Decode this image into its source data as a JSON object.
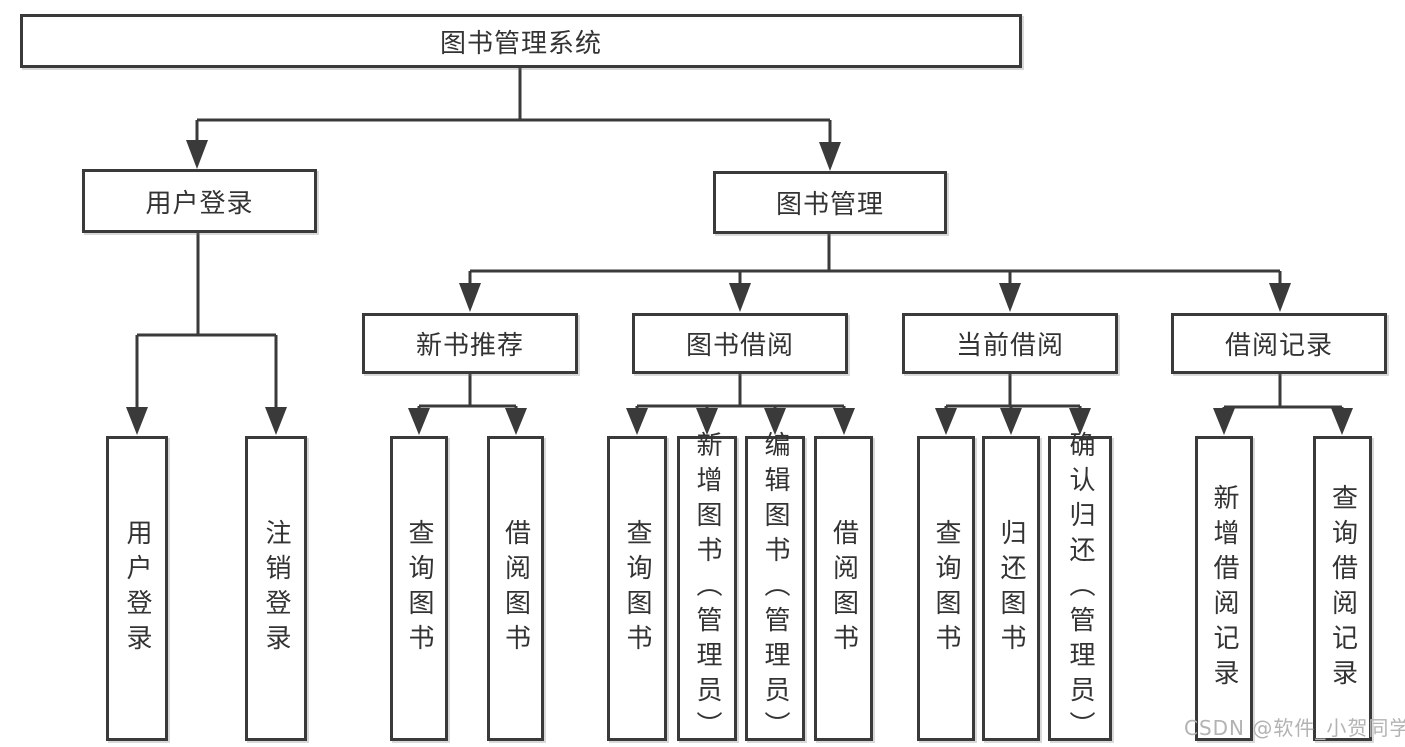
{
  "diagram": {
    "type": "hierarchy-tree",
    "root": {
      "label": "图书管理系统",
      "children": [
        {
          "label": "用户登录",
          "children": [
            {
              "label": "用户登录"
            },
            {
              "label": "注销登录"
            }
          ]
        },
        {
          "label": "图书管理",
          "children": [
            {
              "label": "新书推荐",
              "children": [
                {
                  "label": "查询图书"
                },
                {
                  "label": "借阅图书"
                }
              ]
            },
            {
              "label": "图书借阅",
              "children": [
                {
                  "label": "查询图书"
                },
                {
                  "label": "新增图书（管理员）"
                },
                {
                  "label": "编辑图书（管理员）"
                },
                {
                  "label": "借阅图书"
                }
              ]
            },
            {
              "label": "当前借阅",
              "children": [
                {
                  "label": "查询图书"
                },
                {
                  "label": "归还图书"
                },
                {
                  "label": "确认归还（管理员）"
                }
              ]
            },
            {
              "label": "借阅记录",
              "children": [
                {
                  "label": "新增借阅记录"
                },
                {
                  "label": "查询借阅记录"
                }
              ]
            }
          ]
        }
      ]
    },
    "watermark": "CSDN @软件_小贺同学",
    "colors": {
      "line": "#3a3a3a",
      "text": "#333333",
      "background": "#ffffff",
      "watermark": "#b3b3b3"
    }
  }
}
